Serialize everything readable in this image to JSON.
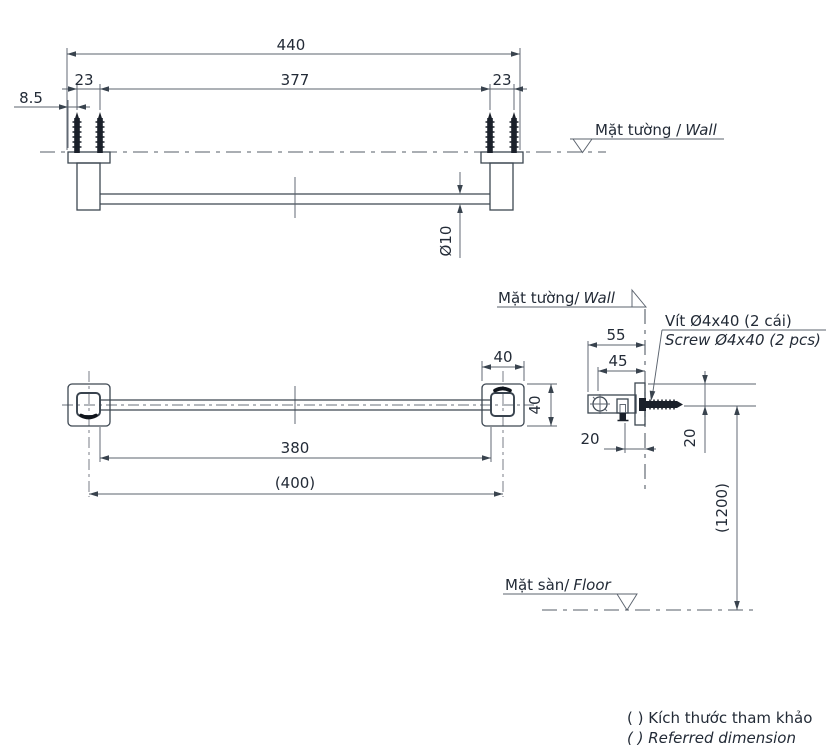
{
  "drawing": {
    "labels": {
      "wall_top_vi": "Mặt tường /",
      "wall_top_en": "Wall",
      "wall_side_vi": "Mặt tường/",
      "wall_side_en": "Wall",
      "floor_vi": "Mặt sàn/",
      "floor_en": "Floor",
      "screw_note_vi": "Vít Ø4x40 (2 cái)",
      "screw_note_en": "Screw Ø4x40 (2 pcs)"
    },
    "dims": {
      "overall_width": "440",
      "screw_pitch_left": "23",
      "hole_span": "377",
      "screw_pitch_right": "23",
      "edge_offset": "8.5",
      "bar_diameter": "Ø10",
      "bracket_width": "40",
      "bracket_height": "40",
      "bar_length": "380",
      "center_distance_ref": "(400)",
      "depth_total": "55",
      "depth_to_center": "45",
      "setscrew_offset": "20",
      "screw_height": "20",
      "mount_height_ref": "(1200)"
    },
    "legend": {
      "vi": "( ) Kích thước tham khảo",
      "en": "( ) Referred dimension"
    }
  }
}
